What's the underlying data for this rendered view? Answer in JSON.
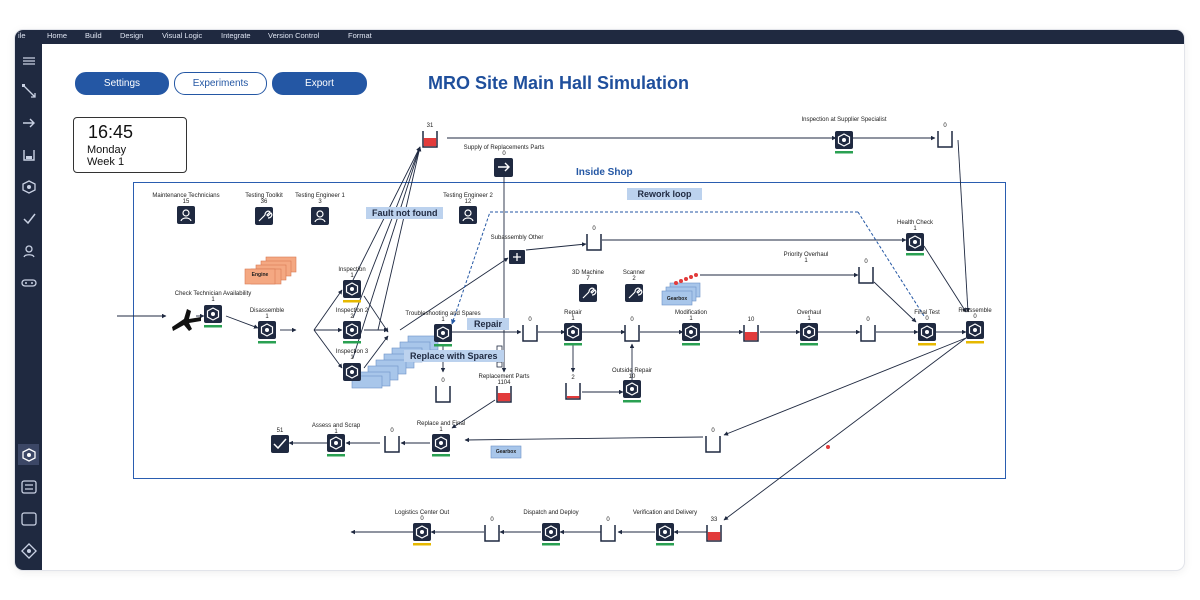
{
  "menu": [
    "ile",
    "Home",
    "Build",
    "Design",
    "Visual Logic",
    "Integrate",
    "Version Control",
    "Format"
  ],
  "toolbar": {
    "settings": "Settings",
    "experiments": "Experiments",
    "export": "Export"
  },
  "title": "MRO Site Main Hall Simulation",
  "clock": {
    "time": "16:45",
    "day": "Monday",
    "week": "Week 1"
  },
  "region_label": "Inside Shop",
  "tags": {
    "fault": "Fault not found",
    "rework": "Rework loop",
    "repair": "Repair",
    "replace": "Replace with Spares",
    "gearbox": "Gearbox",
    "engine": "Engine"
  },
  "resources": [
    {
      "name": "Maintenance Technicians",
      "count": "15"
    },
    {
      "name": "Testing Toolkit",
      "count": "36"
    },
    {
      "name": "Testing Engineer 1",
      "count": "3"
    },
    {
      "name": "Testing Engineer 2",
      "count": "12"
    },
    {
      "name": "3D Machine",
      "count": "7"
    },
    {
      "name": "Scanner",
      "count": "2"
    }
  ],
  "nodes": [
    {
      "name": "Check Technician Availability",
      "count": "1"
    },
    {
      "name": "Disassemble",
      "count": "1"
    },
    {
      "name": "Inspection",
      "count": "1"
    },
    {
      "name": "Inspection 2",
      "count": "2"
    },
    {
      "name": "Inspection 3",
      "count": "1"
    },
    {
      "name": "Troubleshooting and Spares",
      "count": "1"
    },
    {
      "name": "Repair",
      "count": "1"
    },
    {
      "name": "Modification",
      "count": "1"
    },
    {
      "name": "Overhaul",
      "count": "1"
    },
    {
      "name": "Final Test",
      "count": "0"
    },
    {
      "name": "Reassemble",
      "count": "0"
    },
    {
      "name": "Health Check",
      "count": "1"
    },
    {
      "name": "Priority Overhaul",
      "count": "1"
    },
    {
      "name": "Outside Repair",
      "count": "10"
    },
    {
      "name": "Replace and Final",
      "count": "1"
    },
    {
      "name": "Assess and Scrap",
      "count": "1"
    },
    {
      "name": "Inspection at Supplier Specialist",
      "count": ""
    },
    {
      "name": "Verification and Delivery",
      "count": ""
    },
    {
      "name": "Dispatch and Deploy",
      "count": ""
    },
    {
      "name": "Logistics Center Out",
      "count": "0"
    }
  ],
  "sources": [
    {
      "name": "Supply of Replacements Parts",
      "count": "0"
    },
    {
      "name": "Subassembly Other",
      "count": ""
    },
    {
      "name": "Replacement Parts",
      "count": "1104"
    }
  ],
  "queues": {
    "q_top_red": "31",
    "q_supplier": "0",
    "q_sub": "0",
    "q_trouble": "0",
    "q_repair": "0",
    "q_mod_red": "10",
    "q_overhaul": "0",
    "q_priority": "0",
    "q_repair_down": "2",
    "q_left_down": "0",
    "q_replace": "0",
    "q_right_low": "0",
    "q_delivery_red": "33",
    "q_dispatch": "0",
    "q_logistics": "0",
    "sink": "51"
  },
  "colors": {
    "accent": "#2457a4",
    "dark": "#1f2940",
    "red": "#e23b3b",
    "green": "#2aa052",
    "yellow": "#e6b800"
  }
}
